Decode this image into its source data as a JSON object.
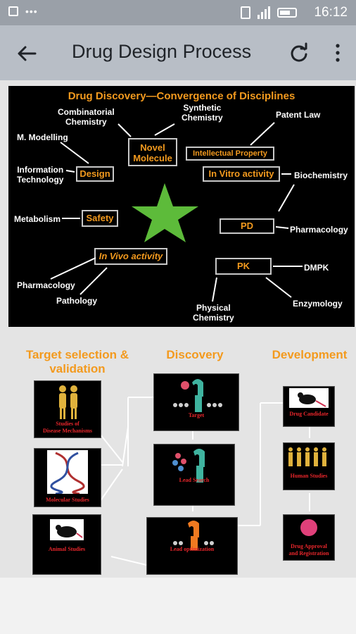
{
  "status_bar": {
    "time": "16:12"
  },
  "toolbar": {
    "title": "Drug Design Process"
  },
  "slide1": {
    "title": "Drug Discovery—Convergence of Disciplines",
    "labels": {
      "combinatorial": "Combinatorial\nChemistry",
      "synthetic": "Synthetic\nChemistry",
      "patent_law": "Patent Law",
      "m_modelling": "M. Modelling",
      "information_technology": "Information\nTechnology",
      "biochemistry": "Biochemistry",
      "metabolism": "Metabolism",
      "pharmacology_right": "Pharmacology",
      "dmpk": "DMPK",
      "pharmacology_left": "Pharmacology",
      "pathology": "Pathology",
      "physical_chemistry": "Physical\nChemistry",
      "enzymology": "Enzymology"
    },
    "boxes": {
      "novel_molecule": "Novel\nMolecule",
      "intellectual_property": "Intellectual Property",
      "design": "Design",
      "in_vitro": "In Vitro activity",
      "safety": "Safety",
      "pd": "PD",
      "in_vivo": "In Vivo activity",
      "pk": "PK"
    },
    "colors": {
      "accent": "#f39a1e",
      "star": "#5dbb3a"
    }
  },
  "slide2": {
    "headers": {
      "target_selection": "Target selection &\nvalidation",
      "discovery": "Discovery",
      "development": "Development"
    },
    "captions": {
      "disease": "Studies of\nDisease Mechanisms",
      "molecular": "Molecular Studies",
      "animal": "Animal Studies",
      "target": "Target",
      "lead_search": "Lead Search",
      "lead_optimization": "Lead optimization",
      "drug_candidate": "Drug Candidate",
      "human_studies": "Human Studies",
      "approval": "Drug Approval\nand Registration"
    }
  }
}
